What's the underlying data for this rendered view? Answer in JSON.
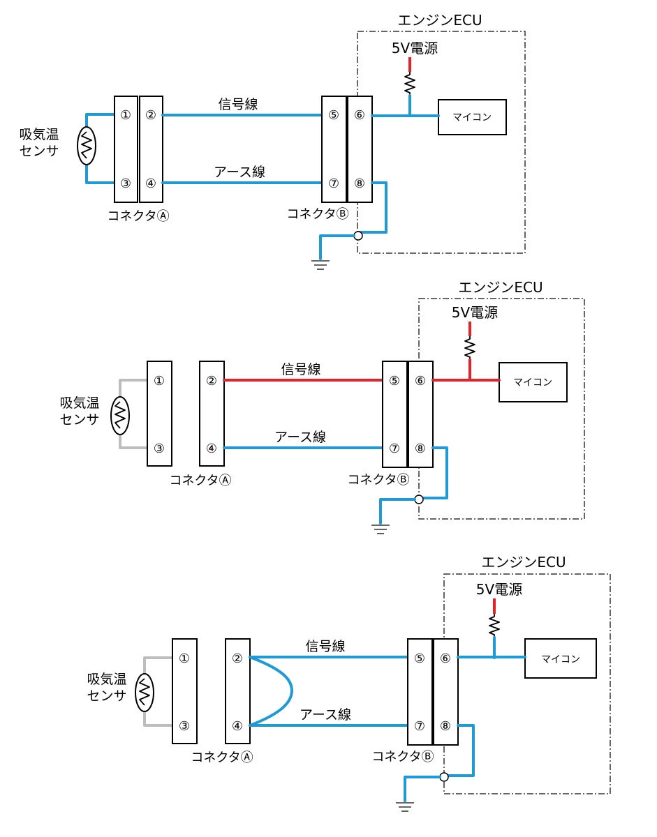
{
  "diagrams": [
    {
      "state": "normal",
      "ecu_title": "エンジンECU",
      "power_label": "5V電源",
      "mcu_label": "マイコン",
      "signal_wire_label": "信号線",
      "ground_wire_label": "アース線",
      "sensor_label_line1": "吸気温",
      "sensor_label_line2": "センサ",
      "connector_a_label": "コネクタⒶ",
      "connector_b_label": "コネクタⒷ",
      "pins": [
        "①",
        "②",
        "③",
        "④",
        "⑤",
        "⑥",
        "⑦",
        "⑧"
      ]
    },
    {
      "state": "connector-a-disconnected",
      "ecu_title": "エンジンECU",
      "power_label": "5V電源",
      "mcu_label": "マイコン",
      "signal_wire_label": "信号線",
      "ground_wire_label": "アース線",
      "sensor_label_line1": "吸気温",
      "sensor_label_line2": "センサ",
      "connector_a_label": "コネクタⒶ",
      "connector_b_label": "コネクタⒷ",
      "pins": [
        "①",
        "②",
        "③",
        "④",
        "⑤",
        "⑥",
        "⑦",
        "⑧"
      ]
    },
    {
      "state": "short-between-pins-2-and-4",
      "ecu_title": "エンジンECU",
      "power_label": "5V電源",
      "mcu_label": "マイコン",
      "signal_wire_label": "信号線",
      "ground_wire_label": "アース線",
      "sensor_label_line1": "吸気温",
      "sensor_label_line2": "センサ",
      "connector_a_label": "コネクタⒶ",
      "connector_b_label": "コネクタⒷ",
      "pins": [
        "①",
        "②",
        "③",
        "④",
        "⑤",
        "⑥",
        "⑦",
        "⑧"
      ]
    }
  ],
  "colors": {
    "wire_normal": "#1e9ad6",
    "wire_voltage": "#e8202a",
    "wire_disconnected": "#bdbdbd",
    "power_lead": "#e8202a"
  }
}
